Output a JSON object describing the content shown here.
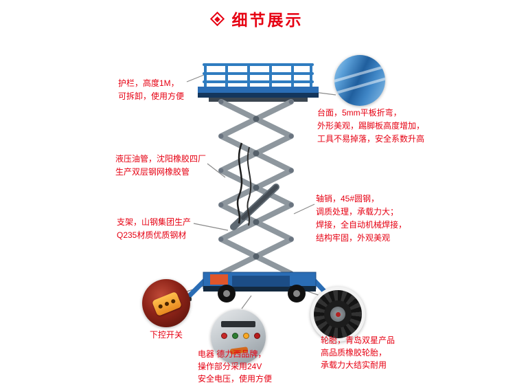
{
  "header": {
    "title": "细节展示"
  },
  "annotations": {
    "guardrail": {
      "lines": [
        "护栏，高度1M，",
        "可拆卸，使用方便"
      ]
    },
    "platform": {
      "lines": [
        "台面，5mm平板折弯，",
        "外形美观，踢脚板高度增加，",
        "工具不易掉落，安全系数升高"
      ]
    },
    "hydraulic": {
      "lines": [
        "液压油管，沈阳橡胶四厂",
        "生产双层钢网橡胶管"
      ]
    },
    "bracket": {
      "lines": [
        "支架，山钢集团生产",
        "Q235材质优质钢材"
      ]
    },
    "pin": {
      "lines": [
        "轴销，45#圆钢，",
        "调质处理，承载力大；",
        "焊接，全自动机械焊接，",
        "结构牢固，外观美观"
      ]
    },
    "remote": {
      "lines": [
        "下控开关"
      ]
    },
    "electric": {
      "lines": [
        "电器 德力西品牌，",
        "操作部分采用24V",
        "安全电压，使用方便"
      ]
    },
    "tire": {
      "lines": [
        "轮胎，青岛双星产品",
        "高品质橡胶轮胎，",
        "承载力大结实耐用"
      ]
    }
  },
  "icons": {
    "title_icon": "diamond-icon"
  },
  "photos": [
    "platform-detail-photo",
    "remote-control-photo",
    "electric-panel-photo",
    "tire-photo"
  ],
  "colors": {
    "accent_red": "#e60012",
    "lift_blue": "#2a6db5",
    "deck_navy": "#14365c",
    "scissor_gray": "#8e979e"
  }
}
